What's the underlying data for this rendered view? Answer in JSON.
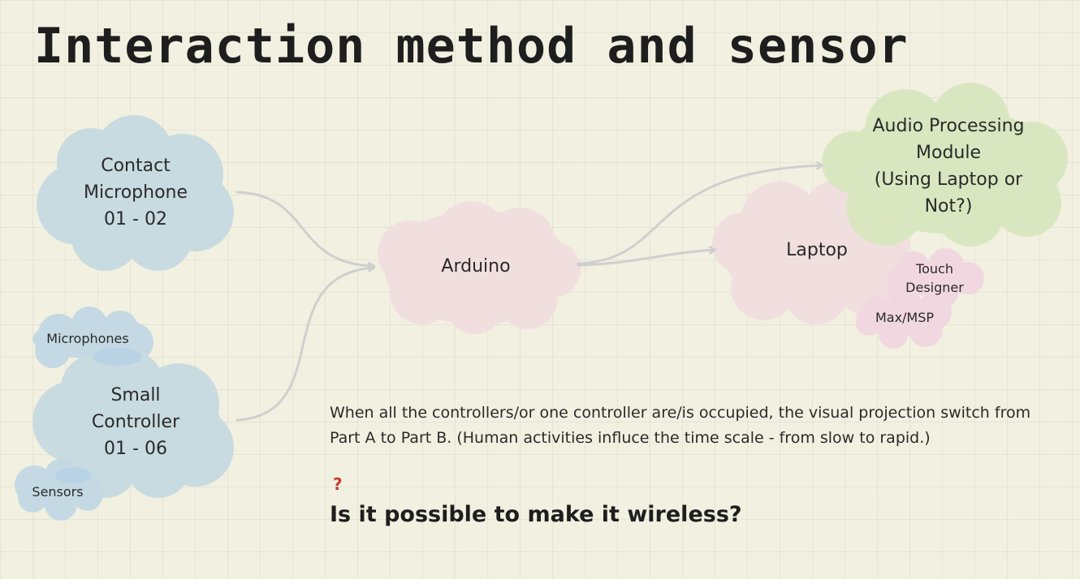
{
  "title": "Interaction method and sensor",
  "nodes": {
    "contact_mic": "Contact\nMicrophone\n01 - 02",
    "microphones": "Microphones",
    "small_controller": "Small\nController\n01 - 06",
    "sensors": "Sensors",
    "arduino": "Arduino",
    "laptop": "Laptop",
    "touch_designer": "Touch\nDesigner",
    "max_msp": "Max/MSP",
    "audio_module": "Audio Processing\nModule\n(Using Laptop or\nNot?)"
  },
  "note": "When all the controllers/or one controller are/is occupied, the visual projection switch from Part A to Part B. (Human activities influce the time scale - from slow to rapid.)",
  "question_mark": "?",
  "question": "Is it possible to make it wireless?",
  "colors": {
    "background": "#f2f0e0",
    "blue_cloud": "#c8dbe1",
    "pink_cloud": "#f1dfdf",
    "green_cloud": "#d7e7be",
    "arrow": "#cfcfcf",
    "question_mark": "#c83a2c"
  }
}
